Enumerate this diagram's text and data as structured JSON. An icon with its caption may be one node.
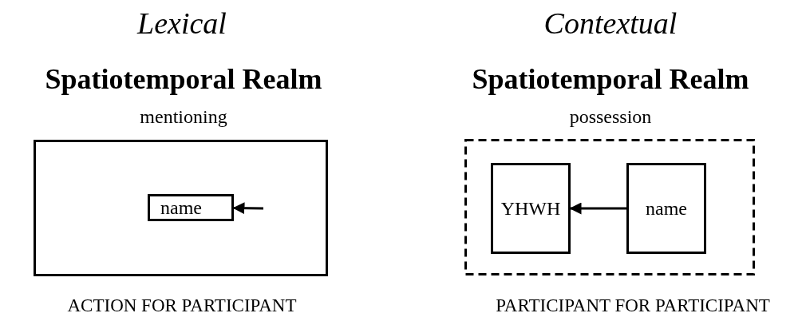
{
  "diagram": {
    "nodes": [
      {
        "text": [
          "Spatiotemporal Realm",
          "mentioning"
        ],
        "beside": [
          "ACTION FOR PARTICIPANT"
        ]
      },
      {
        "text": [
          "name"
        ],
        "in": 0
      },
      {
        "text": [
          "Spatiotemporal Realm",
          "possession"
        ],
        "beside": [
          "PARTICIPANT FOR PARTICIPANT"
        ]
      },
      {
        "text": [
          "YHWH"
        ],
        "in": 2
      },
      {
        "text": [
          "name"
        ],
        "in": 2
      }
    ],
    "edges": [
      {
        "from": null,
        "to": 1,
        "arrow": "to"
      },
      {
        "from": 4,
        "to": 3,
        "arrow": "to"
      }
    ],
    "labels": [
      "Lexical",
      "Contextual"
    ]
  }
}
